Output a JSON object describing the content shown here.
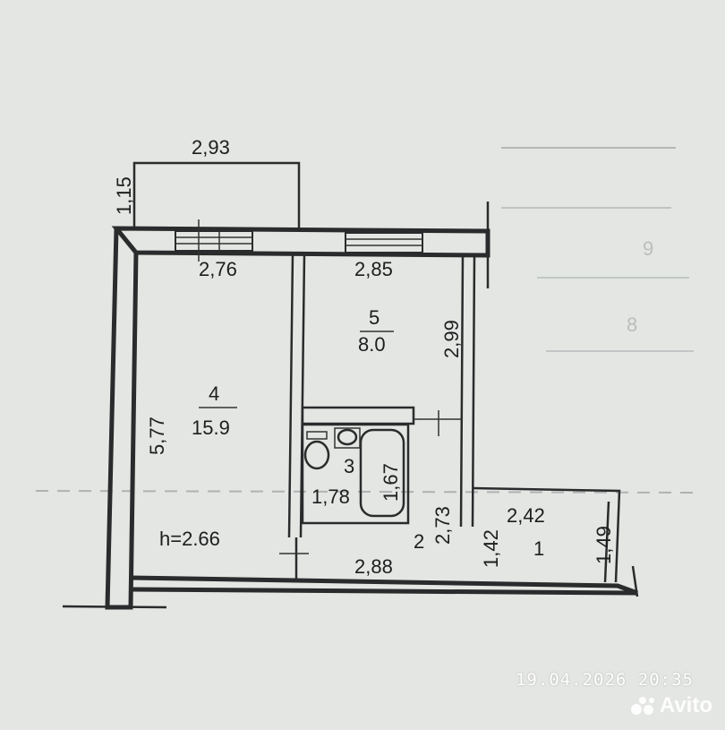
{
  "plan": {
    "balcony": {
      "width": "2,93",
      "depth": "1,15"
    },
    "room4": {
      "number": "4",
      "area": "15.9",
      "width": "2,76",
      "length": "5,77"
    },
    "room5": {
      "number": "5",
      "area": "8.0",
      "width": "2,85",
      "length": "2,99"
    },
    "bathroom": {
      "number": "3",
      "width": "1,78",
      "length": "1,67"
    },
    "hall": {
      "number": "2",
      "width": "2,88",
      "length": "2,73"
    },
    "entry": {
      "number": "1",
      "width": "2,42",
      "length_left": "1,42",
      "length_right": "1,49"
    },
    "ceiling_height": "h=2.66"
  },
  "faint_background": {
    "numbers": [
      "9",
      "8"
    ]
  },
  "stamp": {
    "datetime": "19.04.2026  20:35"
  },
  "watermark": {
    "brand": "Avito"
  },
  "colors": {
    "paper": "#e4e6e3",
    "ink": "#2a2b2c"
  }
}
